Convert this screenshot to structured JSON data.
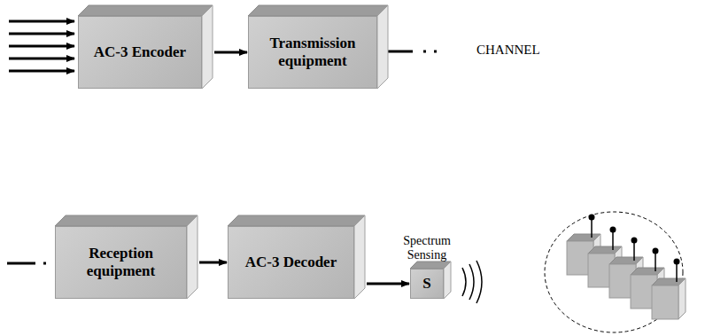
{
  "diagram": {
    "nodes": [
      {
        "text": [
          "AC-3 Encoder"
        ]
      },
      {
        "text": [
          "Transmission equipment"
        ]
      },
      {
        "text": [
          "Reception equipment"
        ]
      },
      {
        "text": [
          "AC-3 Decoder"
        ]
      },
      {
        "text": [
          "Spectrum Sensing",
          "S"
        ]
      }
    ],
    "edges": [
      {
        "from": 0,
        "to": 1,
        "arrow": "to"
      },
      {
        "from": 2,
        "to": 3,
        "arrow": "to"
      },
      {
        "from": 3,
        "to": 4,
        "arrow": "to"
      }
    ],
    "labels": [
      "CHANNEL"
    ]
  }
}
